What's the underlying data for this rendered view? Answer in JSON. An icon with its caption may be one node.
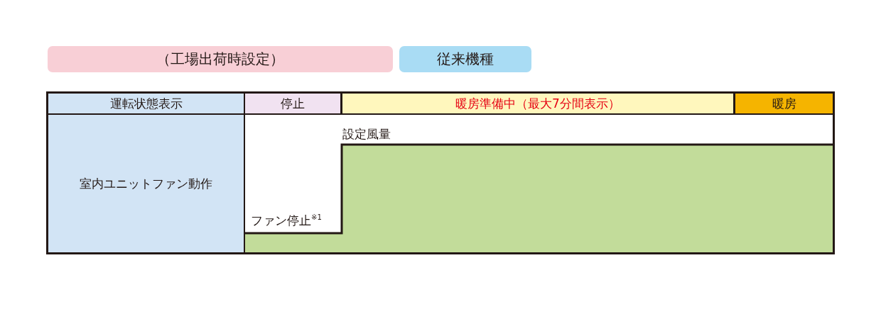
{
  "diagram": {
    "nodes": [
      {
        "text": [
          "（工場出荷時設定）"
        ]
      },
      {
        "text": [
          "従来機種"
        ]
      },
      {
        "text": [
          "運転状態表示"
        ]
      },
      {
        "text": [
          "停止"
        ]
      },
      {
        "text": [
          "暖房準備中（最大7分間表示）"
        ]
      },
      {
        "text": [
          "暖房"
        ]
      },
      {
        "text": [
          "室内ユニットファン動作"
        ]
      }
    ],
    "labels": [
      "設定風量",
      "ファン停止$^{※1}$"
    ]
  }
}
